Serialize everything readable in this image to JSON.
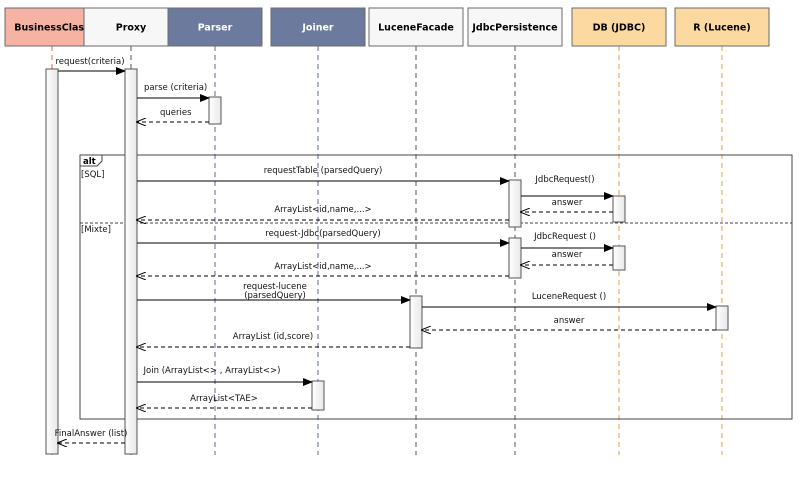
{
  "colors": {
    "businessclass": "#f6b2a2",
    "boundary": "#6c7b9d",
    "facade": "#f7f7f7",
    "external": "#fbd9a0",
    "line": "#000000"
  },
  "participants": [
    {
      "id": "businessclass",
      "label": "BusinessClass",
      "style": "businessclass"
    },
    {
      "id": "proxy",
      "label": "Proxy",
      "style": "facade"
    },
    {
      "id": "parser",
      "label": "Parser",
      "style": "boundary"
    },
    {
      "id": "joiner",
      "label": "Joiner",
      "style": "boundary"
    },
    {
      "id": "lucenefacade",
      "label": "LuceneFacade",
      "style": "facade"
    },
    {
      "id": "jdbcpersistence",
      "label": "JdbcPersistence",
      "style": "facade"
    },
    {
      "id": "db",
      "label": "DB (JDBC)",
      "style": "external"
    },
    {
      "id": "r",
      "label": "R (Lucene)",
      "style": "external"
    }
  ],
  "messages": [
    {
      "label": "request(criteria)"
    },
    {
      "label": "parse (criteria)"
    },
    {
      "label": "queries"
    },
    {
      "label": "requestTable (parsedQuery)"
    },
    {
      "label": "JdbcRequest()"
    },
    {
      "label": "answer"
    },
    {
      "label": "ArrayList<id,name,...>"
    },
    {
      "label": "request-Jdbc(parsedQuery)"
    },
    {
      "label": "JdbcRequest ()"
    },
    {
      "label": "answer"
    },
    {
      "label": "ArrayList<id,name,...>"
    },
    {
      "label": "request-lucene"
    },
    {
      "label": "(parsedQuery)"
    },
    {
      "label": "LuceneRequest ()"
    },
    {
      "label": "answer"
    },
    {
      "label": "ArrayList  (id,score)"
    },
    {
      "label": "Join (ArrayList<> , ArrayList<>)"
    },
    {
      "label": "ArrayList<TAE>"
    },
    {
      "label": "FinalAnswer (list)"
    }
  ],
  "frame": {
    "tag": "alt",
    "guards": [
      "[SQL]",
      "[Mixte]"
    ]
  }
}
